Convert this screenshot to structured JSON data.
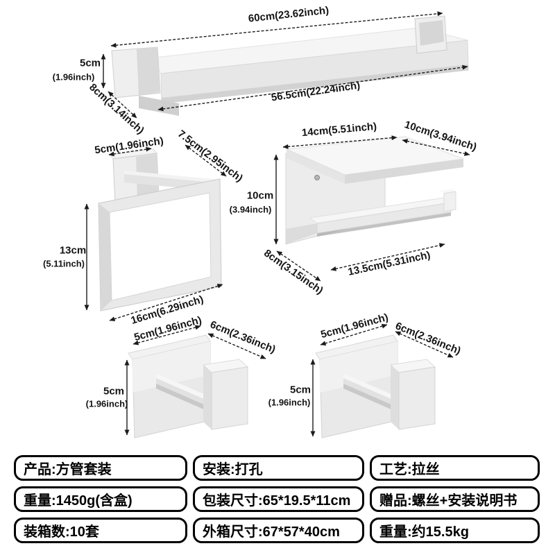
{
  "colors": {
    "background": "#ffffff",
    "line": "#1c1c1c",
    "steel_light": "#f5f5f5",
    "steel_mid": "#e8e8e8",
    "steel_dark": "#cfcfcf",
    "table_border": "#000000"
  },
  "products": {
    "towel_bar": {
      "dims": {
        "top": "60cm(23.62inch)",
        "bottom": "56.5cm(22.24inch)",
        "height_cm": "5cm",
        "height_inch": "(1.96inch)",
        "depth": "8cm(3.14inch)"
      }
    },
    "towel_ring": {
      "dims": {
        "plate_width": "5cm(1.96inch)",
        "depth": "7.5cm(2.95inch)",
        "height_cm": "13cm",
        "height_inch": "(5.11inch)",
        "width": "16cm(6.29inch)"
      }
    },
    "paper_holder": {
      "dims": {
        "top_width": "14cm(5.51inch)",
        "shelf_depth": "10cm(3.94inch)",
        "height_cm": "10cm",
        "height_inch": "(3.94inch)",
        "depth": "8cm(3.15inch)",
        "bar_width": "13.5cm(5.31inch)"
      }
    },
    "hook_left": {
      "dims": {
        "plate_width": "5cm(1.96inch)",
        "depth": "6cm(2.36inch)",
        "height_cm": "5cm",
        "height_inch": "(1.96inch)"
      }
    },
    "hook_right": {
      "dims": {
        "plate_width": "5cm(1.96inch)",
        "depth": "6cm(2.36inch)",
        "height_cm": "5cm",
        "height_inch": "(1.96inch)"
      }
    }
  },
  "spec_table": {
    "rows": [
      [
        "产品:方管套装",
        "安装:打孔",
        "工艺:拉丝"
      ],
      [
        "重量:1450g(含盒)",
        "包装尺寸:65*19.5*11cm",
        "赠品:螺丝+安装说明书"
      ],
      [
        "装箱数:10套",
        "外箱尺寸:67*57*40cm",
        "重量:约15.5kg"
      ]
    ]
  }
}
